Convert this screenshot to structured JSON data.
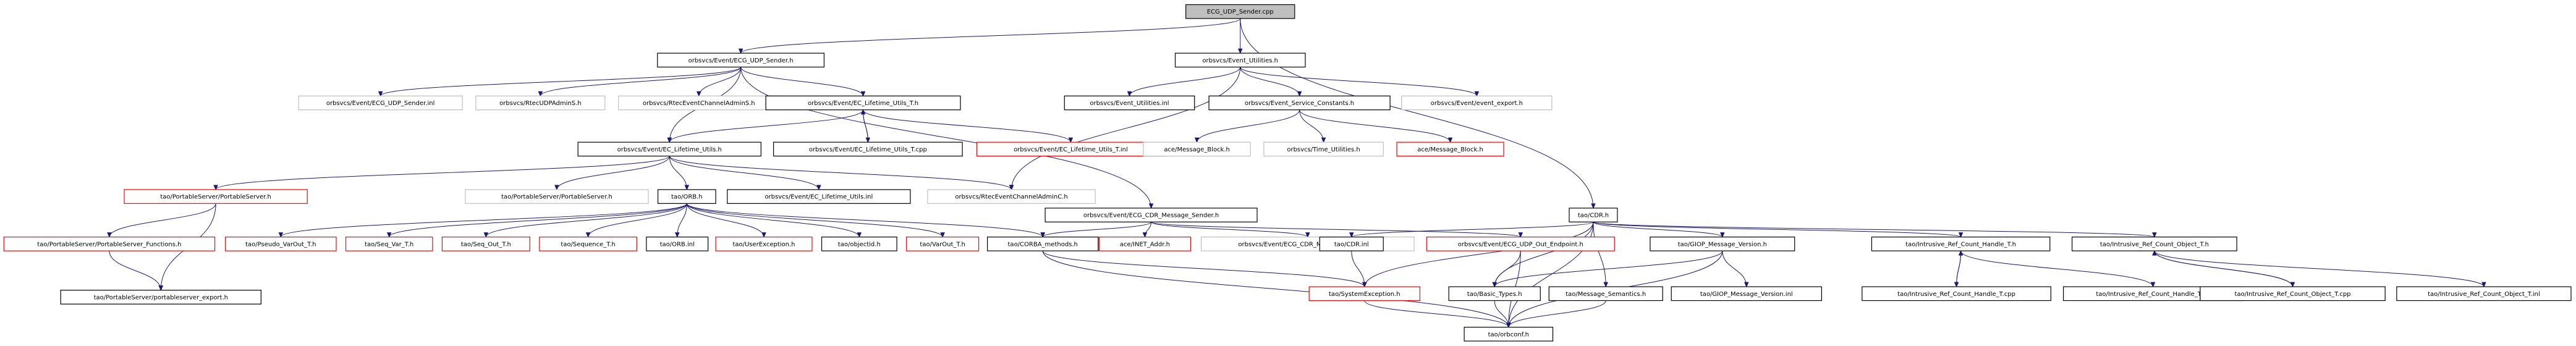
{
  "nodes": [
    {
      "id": "root",
      "label": "ECG_UDP_Sender.cpp",
      "kind": "root"
    },
    {
      "id": "sender_h",
      "label": "orbsvcs/Event/ECG_UDP_Sender.h",
      "kind": "normal"
    },
    {
      "id": "utilities_h",
      "label": "orbsvcs/Event_Utilities.h",
      "kind": "normal"
    },
    {
      "id": "cdr_h",
      "label": "tao/CDR.h",
      "kind": "normal"
    },
    {
      "id": "sender_inl",
      "label": "orbsvcs/Event/ECG_UDP_Sender.inl",
      "kind": "ext"
    },
    {
      "id": "rtec_udp",
      "label": "orbsvcs/RtecUDPAdminS.h",
      "kind": "ext"
    },
    {
      "id": "rtec_ecadmins",
      "label": "orbsvcs/RtecEventChannelAdminS.h",
      "kind": "ext"
    },
    {
      "id": "lifetime_utils_t_h",
      "label": "orbsvcs/Event/EC_Lifetime_Utils_T.h",
      "kind": "normal"
    },
    {
      "id": "utilities_inl",
      "label": "orbsvcs/Event_Utilities.inl",
      "kind": "normal"
    },
    {
      "id": "service_constants",
      "label": "orbsvcs/Event_Service_Constants.h",
      "kind": "normal"
    },
    {
      "id": "event_export",
      "label": "orbsvcs/Event/event_export.h",
      "kind": "ext"
    },
    {
      "id": "lifetime_utils_h",
      "label": "orbsvcs/Event/EC_Lifetime_Utils.h",
      "kind": "normal"
    },
    {
      "id": "lifetime_utils_t_cpp",
      "label": "orbsvcs/Event/EC_Lifetime_Utils_T.cpp",
      "kind": "normal"
    },
    {
      "id": "lifetime_utils_t_inl",
      "label": "orbsvcs/Event/EC_Lifetime_Utils_T.inl",
      "kind": "missing"
    },
    {
      "id": "ace_mb_h",
      "label": "ace/Message_Block.h",
      "kind": "ext"
    },
    {
      "id": "time_utilities",
      "label": "orbsvcs/Time_Utilities.h",
      "kind": "ext"
    },
    {
      "id": "ace_mb_h2",
      "label": "ace/Message_Block.h",
      "kind": "missing"
    },
    {
      "id": "portable_server_h",
      "label": "tao/PortableServer/PortableServer.h",
      "kind": "missing"
    },
    {
      "id": "portable_server_h2",
      "label": "tao/PortableServer/PortableServer.h",
      "kind": "ext"
    },
    {
      "id": "orb_h",
      "label": "tao/ORB.h",
      "kind": "normal"
    },
    {
      "id": "lifetime_utils_inl",
      "label": "orbsvcs/Event/EC_Lifetime_Utils.inl",
      "kind": "normal"
    },
    {
      "id": "rtec_ecadminc",
      "label": "orbsvcs/RtecEventChannelAdminC.h",
      "kind": "ext"
    },
    {
      "id": "cdr_msg_sender",
      "label": "orbsvcs/Event/ECG_CDR_Message_Sender.h",
      "kind": "normal"
    },
    {
      "id": "ps_functions",
      "label": "tao/PortableServer/PortableServer_Functions.h",
      "kind": "missing"
    },
    {
      "id": "ps_export",
      "label": "tao/PortableServer/portableserver_export.h",
      "kind": "normal"
    },
    {
      "id": "pseudo_var_out",
      "label": "tao/Pseudo_VarOut_T.h",
      "kind": "missing"
    },
    {
      "id": "seq_var",
      "label": "tao/Seq_Var_T.h",
      "kind": "missing"
    },
    {
      "id": "seq_out",
      "label": "tao/Seq_Out_T.h",
      "kind": "missing"
    },
    {
      "id": "sequence_t",
      "label": "tao/Sequence_T.h",
      "kind": "missing"
    },
    {
      "id": "orb_inl",
      "label": "tao/ORB.inl",
      "kind": "normal"
    },
    {
      "id": "user_exception",
      "label": "tao/UserException.h",
      "kind": "missing"
    },
    {
      "id": "objectid",
      "label": "tao/objectid.h",
      "kind": "normal"
    },
    {
      "id": "var_out",
      "label": "tao/VarOut_T.h",
      "kind": "missing"
    },
    {
      "id": "corba_methods",
      "label": "tao/CORBA_methods.h",
      "kind": "normal"
    },
    {
      "id": "inet_addr",
      "label": "ace/INET_Addr.h",
      "kind": "missing"
    },
    {
      "id": "cdr_msg_sender_inl",
      "label": "orbsvcs/Event/ECG_CDR_Message_Sender.inl",
      "kind": "ext"
    },
    {
      "id": "out_endpoint",
      "label": "orbsvcs/Event/ECG_UDP_Out_Endpoint.h",
      "kind": "missing"
    },
    {
      "id": "cdr_inl",
      "label": "tao/CDR.inl",
      "kind": "normal"
    },
    {
      "id": "giop_version",
      "label": "tao/GIOP_Message_Version.h",
      "kind": "normal"
    },
    {
      "id": "handle_t_h",
      "label": "tao/Intrusive_Ref_Count_Handle_T.h",
      "kind": "normal"
    },
    {
      "id": "object_t_h",
      "label": "tao/Intrusive_Ref_Count_Object_T.h",
      "kind": "normal"
    },
    {
      "id": "system_exception",
      "label": "tao/SystemException.h",
      "kind": "missing"
    },
    {
      "id": "basic_types",
      "label": "tao/Basic_Types.h",
      "kind": "normal"
    },
    {
      "id": "message_semantics",
      "label": "tao/Message_Semantics.h",
      "kind": "normal"
    },
    {
      "id": "giop_version_inl",
      "label": "tao/GIOP_Message_Version.inl",
      "kind": "normal"
    },
    {
      "id": "handle_t_cpp",
      "label": "tao/Intrusive_Ref_Count_Handle_T.cpp",
      "kind": "normal"
    },
    {
      "id": "handle_t_inl",
      "label": "tao/Intrusive_Ref_Count_Handle_T.inl",
      "kind": "normal"
    },
    {
      "id": "object_t_cpp",
      "label": "tao/Intrusive_Ref_Count_Object_T.cpp",
      "kind": "normal"
    },
    {
      "id": "object_t_inl",
      "label": "tao/Intrusive_Ref_Count_Object_T.inl",
      "kind": "normal"
    },
    {
      "id": "orbconf",
      "label": "tao/orbconf.h",
      "kind": "normal"
    }
  ],
  "edges": [
    [
      "root",
      "sender_h"
    ],
    [
      "root",
      "utilities_h"
    ],
    [
      "root",
      "cdr_h"
    ],
    [
      "sender_h",
      "sender_inl"
    ],
    [
      "sender_h",
      "rtec_udp"
    ],
    [
      "sender_h",
      "rtec_ecadmins"
    ],
    [
      "sender_h",
      "lifetime_utils_t_h"
    ],
    [
      "sender_h",
      "lifetime_utils_h"
    ],
    [
      "sender_h",
      "cdr_msg_sender"
    ],
    [
      "utilities_h",
      "utilities_inl"
    ],
    [
      "utilities_h",
      "service_constants"
    ],
    [
      "utilities_h",
      "event_export"
    ],
    [
      "utilities_h",
      "rtec_ecadminc"
    ],
    [
      "lifetime_utils_t_h",
      "lifetime_utils_h"
    ],
    [
      "lifetime_utils_t_h",
      "lifetime_utils_t_cpp"
    ],
    [
      "lifetime_utils_t_h",
      "lifetime_utils_t_inl"
    ],
    [
      "lifetime_utils_t_cpp",
      "lifetime_utils_t_h"
    ],
    [
      "service_constants",
      "ace_mb_h"
    ],
    [
      "service_constants",
      "time_utilities"
    ],
    [
      "service_constants",
      "ace_mb_h2"
    ],
    [
      "lifetime_utils_h",
      "portable_server_h"
    ],
    [
      "lifetime_utils_h",
      "portable_server_h2"
    ],
    [
      "lifetime_utils_h",
      "orb_h"
    ],
    [
      "lifetime_utils_h",
      "lifetime_utils_inl"
    ],
    [
      "lifetime_utils_h",
      "rtec_ecadminc"
    ],
    [
      "portable_server_h",
      "ps_functions"
    ],
    [
      "portable_server_h",
      "ps_export"
    ],
    [
      "ps_functions",
      "ps_export"
    ],
    [
      "orb_h",
      "pseudo_var_out"
    ],
    [
      "orb_h",
      "seq_var"
    ],
    [
      "orb_h",
      "seq_out"
    ],
    [
      "orb_h",
      "sequence_t"
    ],
    [
      "orb_h",
      "orb_inl"
    ],
    [
      "orb_h",
      "user_exception"
    ],
    [
      "orb_h",
      "objectid"
    ],
    [
      "orb_h",
      "var_out"
    ],
    [
      "orb_h",
      "corba_methods"
    ],
    [
      "corba_methods",
      "system_exception"
    ],
    [
      "corba_methods",
      "orbconf"
    ],
    [
      "cdr_msg_sender",
      "inet_addr"
    ],
    [
      "cdr_msg_sender",
      "cdr_msg_sender_inl"
    ],
    [
      "cdr_msg_sender",
      "out_endpoint"
    ],
    [
      "cdr_msg_sender",
      "corba_methods"
    ],
    [
      "out_endpoint",
      "basic_types"
    ],
    [
      "out_endpoint",
      "orbconf"
    ],
    [
      "cdr_h",
      "cdr_inl"
    ],
    [
      "cdr_h",
      "giop_version"
    ],
    [
      "cdr_h",
      "handle_t_h"
    ],
    [
      "cdr_h",
      "object_t_h"
    ],
    [
      "cdr_h",
      "basic_types"
    ],
    [
      "cdr_h",
      "message_semantics"
    ],
    [
      "cdr_h",
      "orbconf"
    ],
    [
      "cdr_h",
      "system_exception"
    ],
    [
      "cdr_inl",
      "system_exception"
    ],
    [
      "giop_version",
      "basic_types"
    ],
    [
      "giop_version",
      "giop_version_inl"
    ],
    [
      "giop_version",
      "orbconf"
    ],
    [
      "handle_t_h",
      "handle_t_cpp"
    ],
    [
      "handle_t_h",
      "handle_t_inl"
    ],
    [
      "handle_t_cpp",
      "handle_t_h"
    ],
    [
      "object_t_h",
      "object_t_cpp"
    ],
    [
      "object_t_h",
      "object_t_inl"
    ],
    [
      "object_t_cpp",
      "object_t_h"
    ],
    [
      "system_exception",
      "orbconf"
    ],
    [
      "basic_types",
      "orbconf"
    ],
    [
      "message_semantics",
      "orbconf"
    ]
  ],
  "colors": {
    "edge": "#191970",
    "border": "#000000",
    "missing_border": "#ff0000",
    "external_border": "#bfbfbf",
    "root_fill": "#bfbfbf"
  }
}
